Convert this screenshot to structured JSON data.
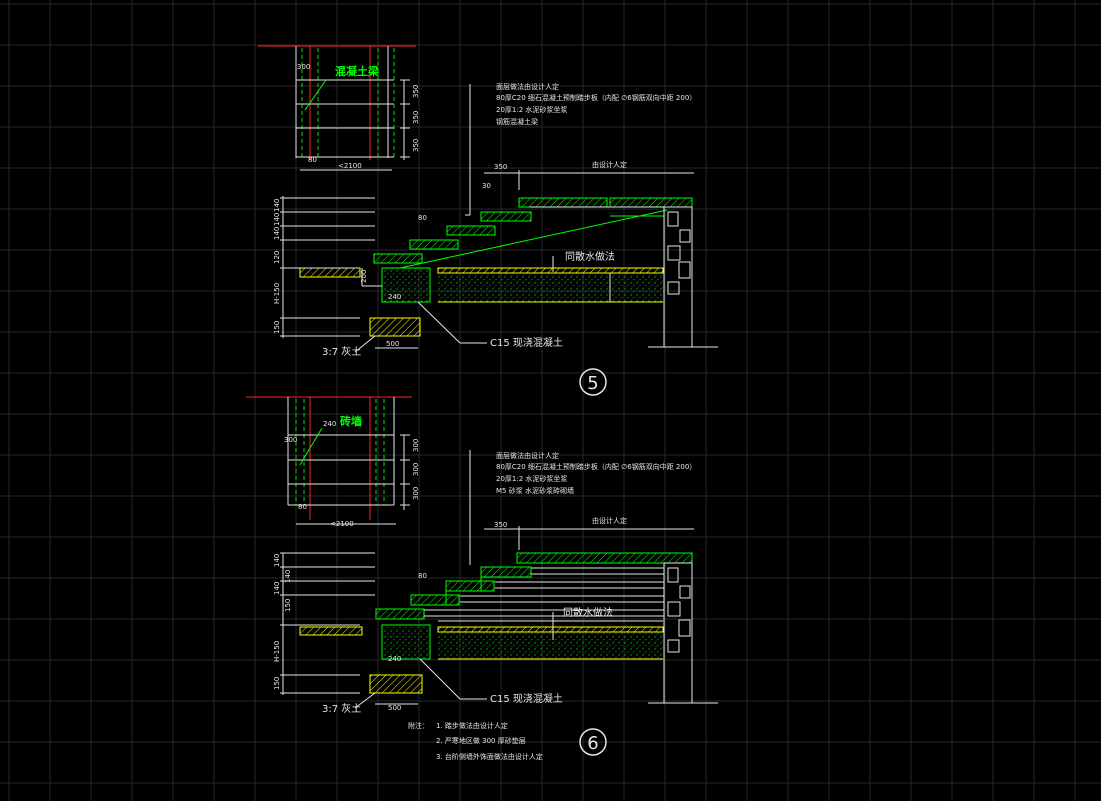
{
  "detail5": {
    "plan_title": "混凝土梁",
    "plan_dim_top": "300",
    "plan_dims_right": [
      "350",
      "350",
      "350"
    ],
    "plan_dim_bottom_small": "80",
    "plan_dim_bottom": "<2100",
    "notes": [
      "面层做法由设计人定",
      "80厚C20 细石混凝土预制踏步板（内配 ∅6钢筋双向中距 200）",
      "20厚1:2 水泥砂浆坐浆",
      "钢筋混凝土梁"
    ],
    "dim_350": "350",
    "dim_30": "30",
    "dim_80": "80",
    "design_label": "由设计人定",
    "left_dims": [
      "140",
      "140",
      "140",
      "120",
      "H-150",
      "150"
    ],
    "dim_240": "240",
    "dim_200": "200",
    "dim_500": "500",
    "ground_label": "同散水做法",
    "concrete_label": "C15 现浇混凝土",
    "soil_label": "3:7 灰土",
    "circle_label": "5"
  },
  "detail6": {
    "plan_title": "砖墙",
    "plan_dim_240": "240",
    "plan_dim_top": "300",
    "plan_dims_right": [
      "300",
      "300",
      "300"
    ],
    "plan_dim_bottom_small": "80",
    "plan_dim_bottom": "<2100",
    "notes": [
      "面层做法由设计人定",
      "80厚C20 细石混凝土预制踏步板（内配 ∅6钢筋双向中距 200）",
      "20厚1:2 水泥砂浆坐浆",
      "M5 砂浆 水泥砂浆砖砌墙"
    ],
    "dim_350": "350",
    "dim_80": "80",
    "design_label": "由设计人定",
    "left_dims": [
      "140",
      "140",
      "140",
      "150",
      "H-150",
      "150"
    ],
    "dim_240": "240",
    "dim_500": "500",
    "ground_label": "同散水做法",
    "concrete_label": "C15 现浇混凝土",
    "soil_label": "3:7 灰土",
    "circle_label": "6"
  },
  "footnotes": {
    "heading": "附注：",
    "items": [
      "1. 踏步做法由设计人定",
      "2. 严寒地区做 300 厚砂垫层",
      "3. 台阶侧墙外饰面做法由设计人定"
    ]
  },
  "colors": {
    "background": "#000000",
    "grid": "#23272c",
    "line_white": "#e6e6e6",
    "line_green": "#00ff00",
    "line_yellow": "#ffff00",
    "line_red": "#ff2020"
  }
}
